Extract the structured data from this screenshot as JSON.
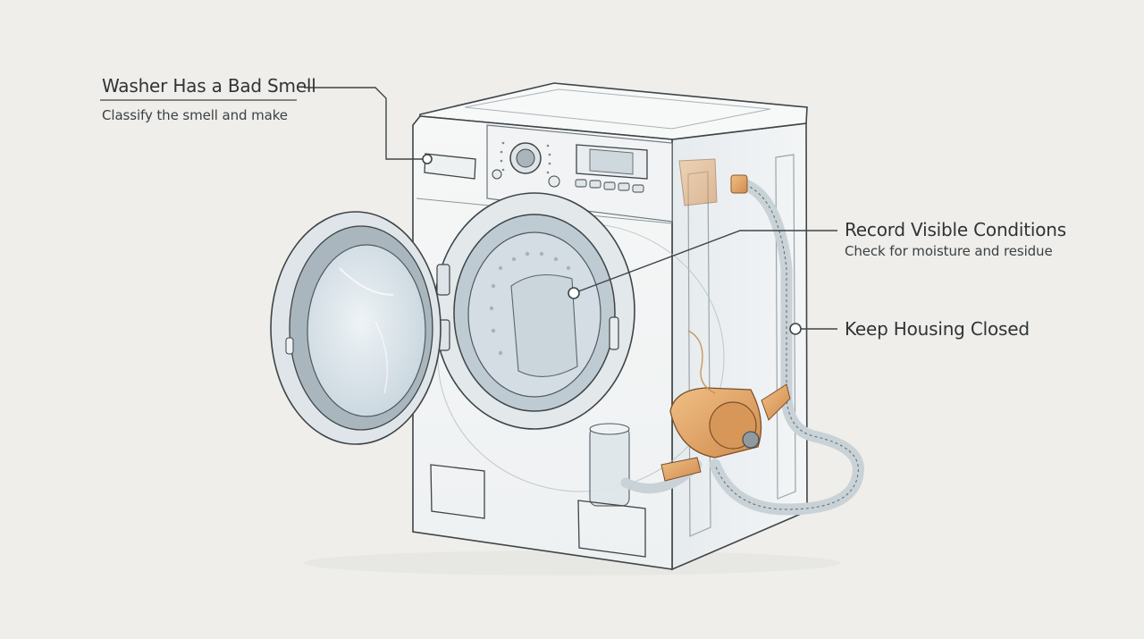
{
  "callouts": {
    "smell": {
      "title": "Washer Has a Bad Smell",
      "subtitle": "Classify the smell and make"
    },
    "record": {
      "title": "Record Visible Conditions",
      "subtitle": "Check for moisture and residue"
    },
    "housing": {
      "title": "Keep Housing Closed"
    }
  },
  "colors": {
    "background": "#efeeea",
    "ink": "#3e4548",
    "body_fill": "#f3f5f5",
    "glass": "#d7e1e7",
    "pump_orange": "#e2a468",
    "hose": "#c9d2d7"
  }
}
